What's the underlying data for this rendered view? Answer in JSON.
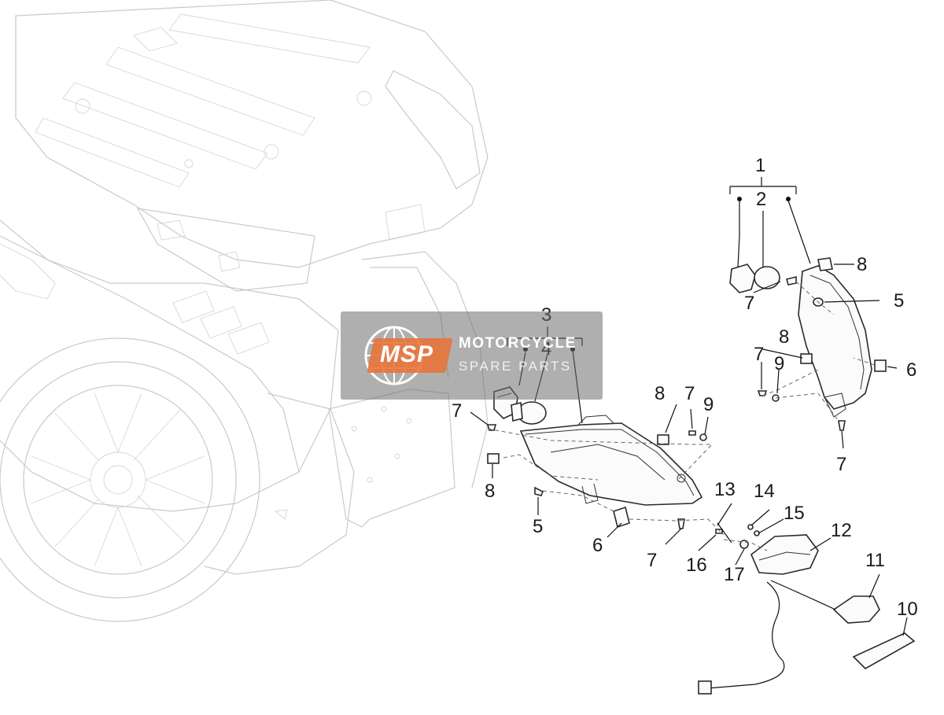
{
  "diagram": {
    "watermark": {
      "logo_text": "MSP",
      "title": "MOTORCYCLE",
      "subtitle": "SPARE PARTS",
      "logo_color": "#e8743b"
    },
    "callouts": [
      "1",
      "2",
      "3",
      "4",
      "5",
      "6",
      "7",
      "8",
      "9",
      "10",
      "11",
      "12",
      "13",
      "14",
      "15",
      "16",
      "17"
    ]
  }
}
